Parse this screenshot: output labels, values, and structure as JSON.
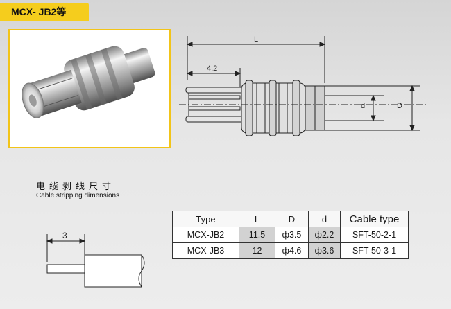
{
  "header": {
    "title": "MCX- JB2等"
  },
  "main_drawing": {
    "dim_L": "L",
    "dim_42": "4.2",
    "dim_d": "d",
    "dim_D": "D"
  },
  "strip_section": {
    "title_cn": "电缆剥线尺寸",
    "title_en": "Cable stripping dimensions",
    "dim_3": "3"
  },
  "table": {
    "headers": [
      "Type",
      "L",
      "D",
      "d",
      "Cable type"
    ],
    "rows": [
      [
        "MCX-JB2",
        "11.5",
        "ф3.5",
        "ф2.2",
        "SFT-50-2-1"
      ],
      [
        "MCX-JB3",
        "12",
        "ф4.6",
        "ф3.6",
        "SFT-50-3-1"
      ]
    ]
  },
  "colors": {
    "accent": "#f5cd1d",
    "background": "#e4e4e4"
  }
}
